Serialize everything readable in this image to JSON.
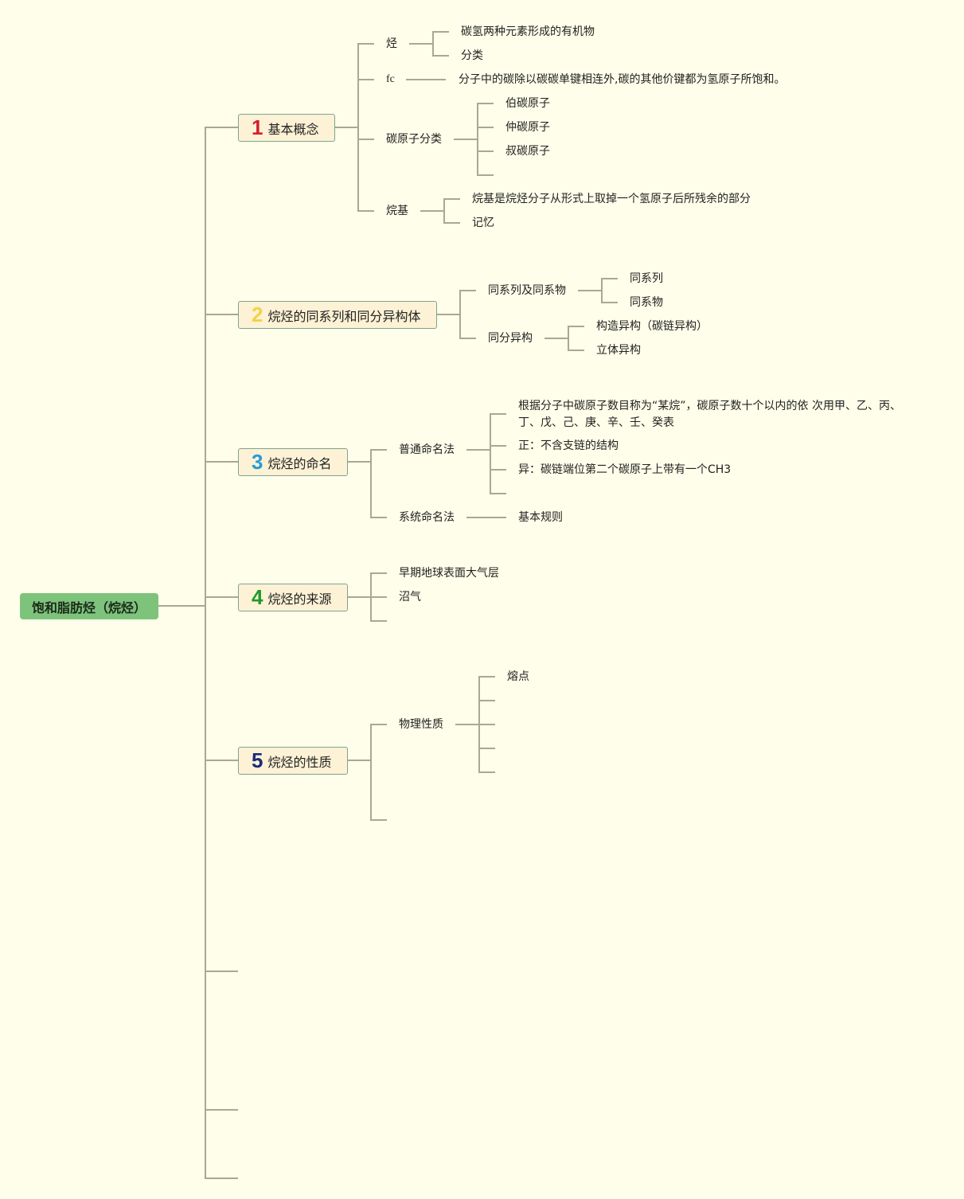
{
  "root": {
    "label": "饱和脂肪烃（烷烃）",
    "color": "#7ec37b"
  },
  "topics": [
    {
      "num": "1",
      "color": "#d41f2f",
      "label": "基本概念"
    },
    {
      "num": "2",
      "color": "#f0d24a",
      "label": "烷烃的同系列和同分异构体"
    },
    {
      "num": "3",
      "color": "#2a9ad8",
      "label": "烷烃的命名"
    },
    {
      "num": "4",
      "color": "#1f9a2a",
      "label": "烷烃的来源"
    },
    {
      "num": "5",
      "color": "#1b2a7a",
      "label": "烷烃的性质"
    }
  ],
  "t1": {
    "hydrocarbon": "烃",
    "hydrocarbon_def": "碳氢两种元素形成的有机物",
    "hydrocarbon_class": "分类",
    "fc": "fc",
    "fc_def": "分子中的碳除以碳碳单键相连外,碳的其他价键都为氢原子所饱和。",
    "carbon_class": "碳原子分类",
    "primary": "伯碳原子",
    "secondary": "仲碳原子",
    "tertiary": "叔碳原子",
    "alkyl": "烷基",
    "alkyl_def": "烷基是烷烃分子从形式上取掉一个氢原子后所残余的部分",
    "alkyl_memo": "记忆"
  },
  "t2": {
    "homolog": "同系列及同系物",
    "homolog_series": "同系列",
    "homolog_item": "同系物",
    "isomer": "同分异构",
    "structural": "构造异构（碳链异构）",
    "stereo": "立体异构"
  },
  "t3": {
    "common": "普通命名法",
    "common_rule_1": "根据分子中碳原子数目称为“某烷”，碳原子数十个以内的依 次用甲、乙、丙、",
    "common_rule_2": "丁、戊、己、庚、辛、壬、癸表",
    "normal": "正：不含支链的结构",
    "iso": "异：碳链端位第二个碳原子上带有一个CH3",
    "systematic": "系统命名法",
    "basic_rules": "基本规则"
  },
  "t4": {
    "early_atmosphere": "早期地球表面大气层",
    "marsh_gas": "沼气"
  },
  "t5": {
    "physical": "物理性质",
    "melting_point": "熔点"
  }
}
